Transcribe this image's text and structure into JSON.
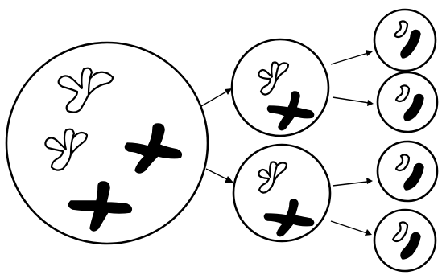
{
  "diagram": {
    "subject": "meiosis-cell-division",
    "colors": {
      "ink": "#000000",
      "paper": "#ffffff"
    },
    "stages": [
      {
        "id": "parent-cell",
        "chromosomes": [
          "light-x",
          "light-x",
          "dark-x",
          "dark-x"
        ]
      },
      {
        "id": "daughter-cell-1",
        "chromosomes": [
          "light-x",
          "dark-x"
        ]
      },
      {
        "id": "daughter-cell-2",
        "chromosomes": [
          "light-x",
          "dark-x"
        ]
      },
      {
        "id": "gamete-1",
        "chromosomes": [
          "light-single",
          "dark-single"
        ]
      },
      {
        "id": "gamete-2",
        "chromosomes": [
          "light-single",
          "dark-single"
        ]
      },
      {
        "id": "gamete-3",
        "chromosomes": [
          "light-single",
          "dark-single"
        ]
      },
      {
        "id": "gamete-4",
        "chromosomes": [
          "light-single",
          "dark-single"
        ]
      }
    ]
  }
}
